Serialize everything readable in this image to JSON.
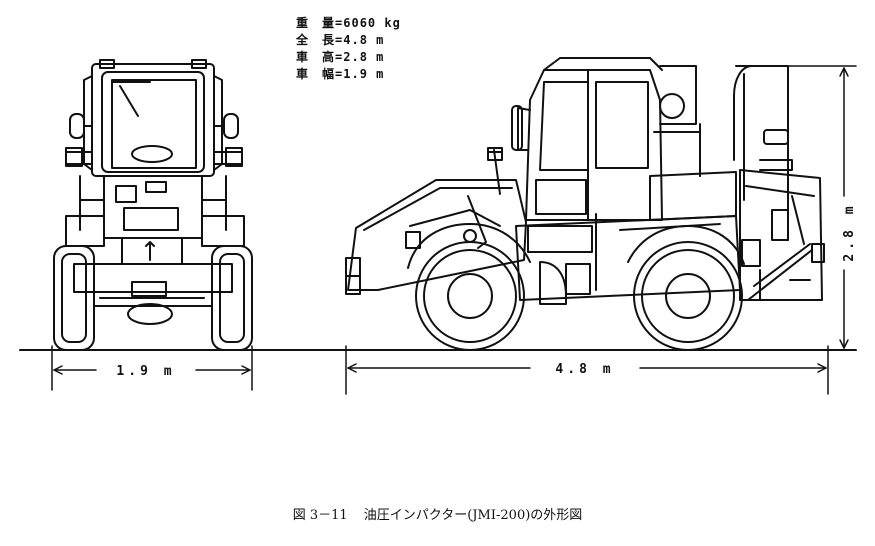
{
  "specs": [
    {
      "label": "重　量",
      "value": "=6060 kg"
    },
    {
      "label": "全　長",
      "value": "=4.8 m"
    },
    {
      "label": "車　高",
      "value": "=2.8 m"
    },
    {
      "label": "車　幅",
      "value": "=1.9 m"
    }
  ],
  "dimensions": {
    "width": "1.9 m",
    "length": "4.8 m",
    "height": "2.8 m"
  },
  "caption": {
    "number": "図 3－11",
    "title": "油圧インパクター(JMI-200)の外形図"
  }
}
